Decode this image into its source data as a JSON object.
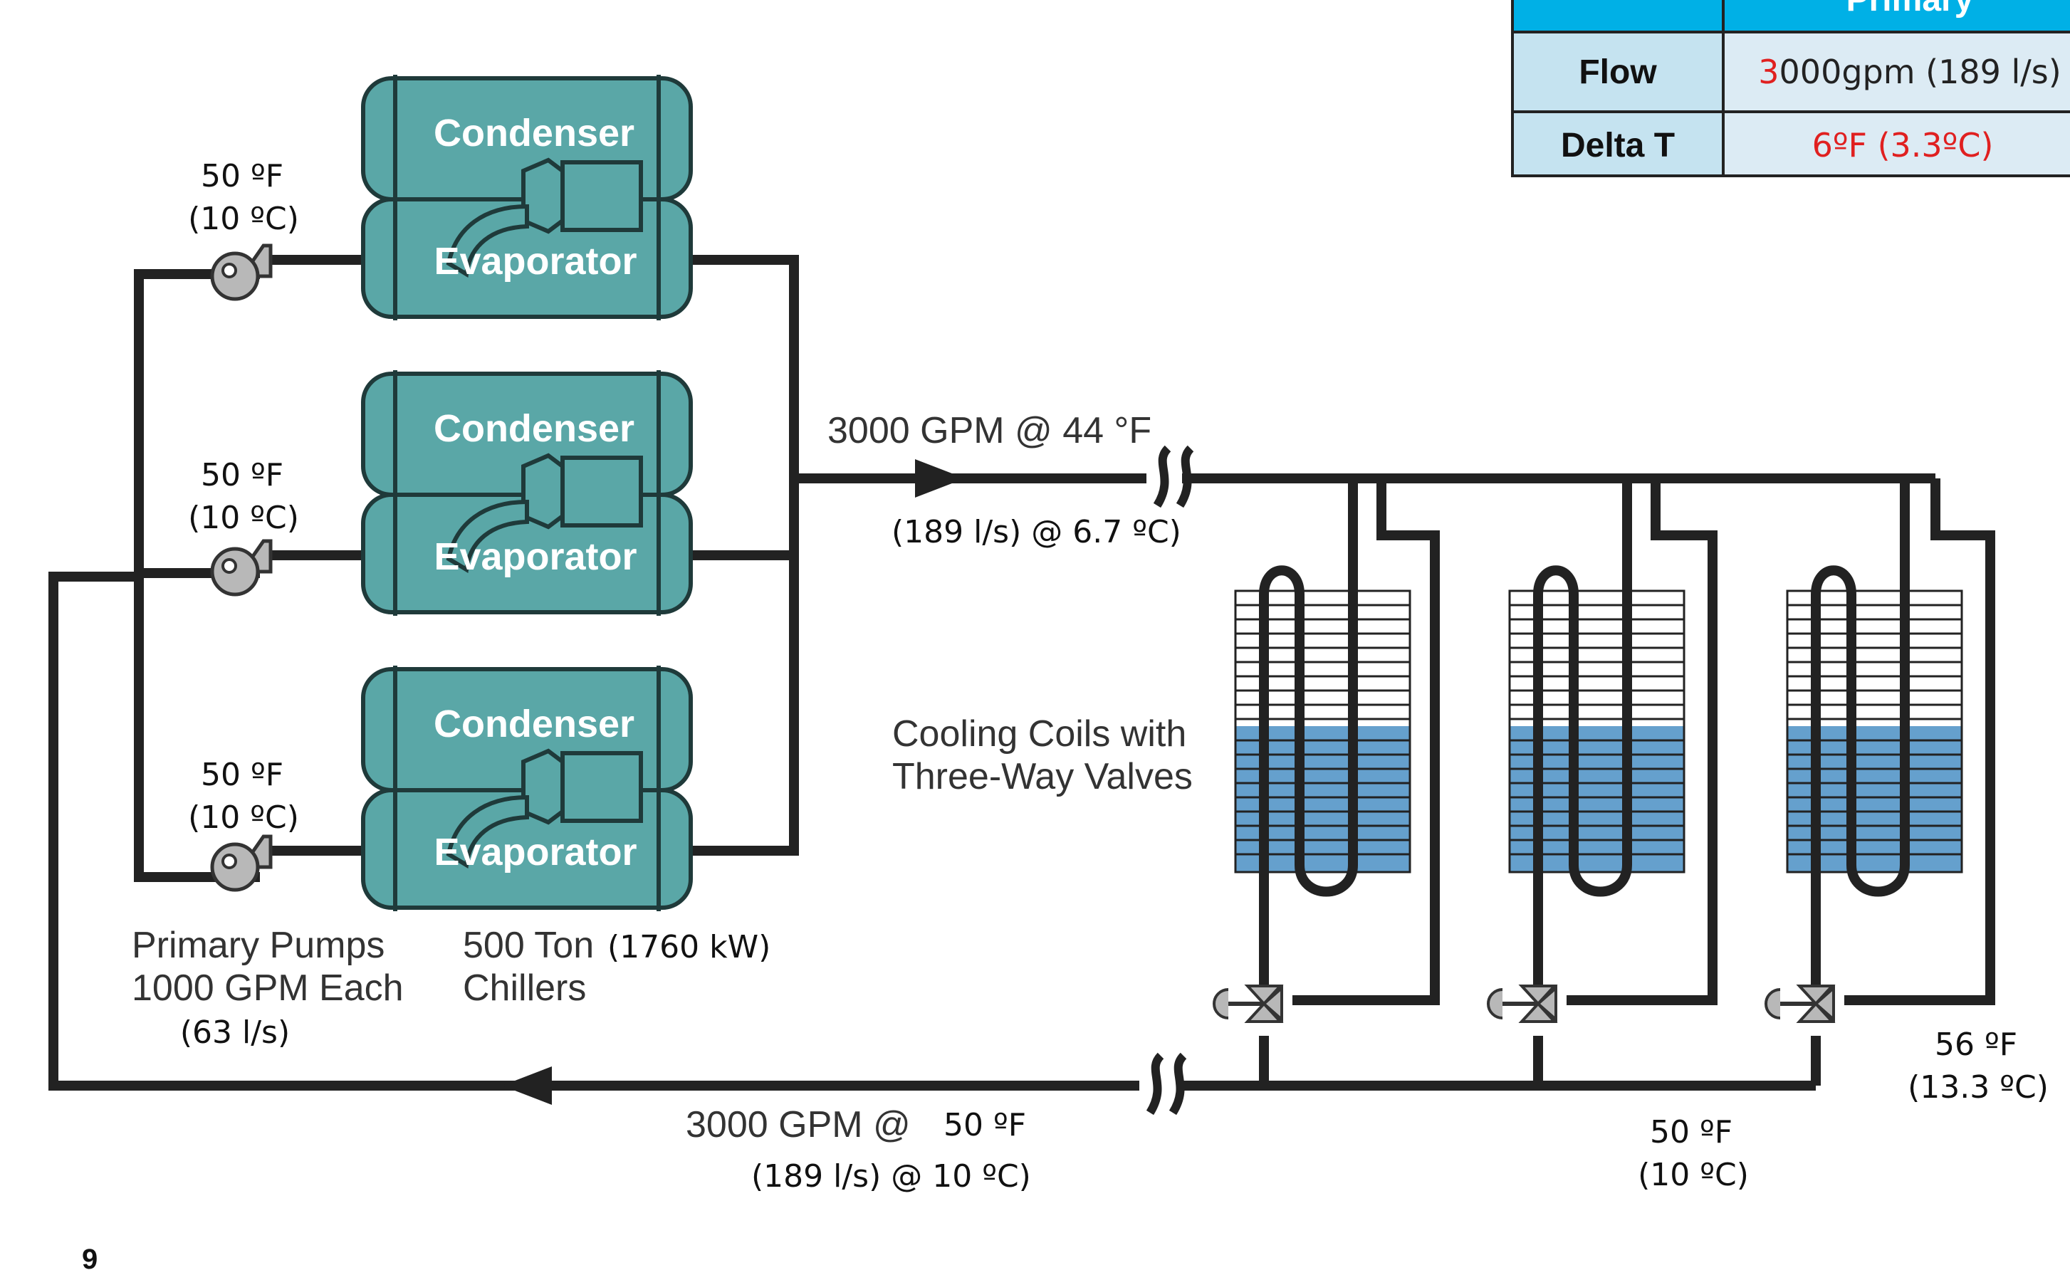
{
  "colors": {
    "chiller_fill": "#5aa7a7",
    "chiller_stroke": "#1f3a3a",
    "pipe": "#222222",
    "table_header": "#00b0e6",
    "table_label_bg": "#c5e3f0",
    "table_value_bg": "#dcebf4",
    "highlight_red": "#e02020",
    "coil_water": "#4a8fc4"
  },
  "table": {
    "header": "Primary",
    "rows": [
      {
        "label": "Flow",
        "value_highlight": "3",
        "value_rest": "000gpm (189 l/s)"
      },
      {
        "label": "Delta T",
        "value_red": "6ºF (3.3ºC)"
      }
    ]
  },
  "chillers": [
    {
      "condenser": "Condenser",
      "evaporator": "Evaporator"
    },
    {
      "condenser": "Condenser",
      "evaporator": "Evaporator"
    },
    {
      "condenser": "Condenser",
      "evaporator": "Evaporator"
    }
  ],
  "pump_temps": [
    {
      "f": "50 ºF",
      "c": "(10 ºC)"
    },
    {
      "f": "50 ºF",
      "c": "(10 ºC)"
    },
    {
      "f": "50 ºF",
      "c": "(10 ºC)"
    }
  ],
  "supply": {
    "gpm": "3000 GPM @ 44 °F",
    "si": "(189 l/s) @ 6.7 ºC)"
  },
  "return": {
    "gpm": "3000 GPM @",
    "gpm_temp": "50 ºF",
    "si": "(189 l/s) @ 10 ºC)"
  },
  "pumps_label": {
    "line1": "Primary Pumps",
    "line2": "1000 GPM Each",
    "line3": "(63 l/s)"
  },
  "chillers_label": {
    "line1": "500 Ton",
    "line1_si": "(1760 kW)",
    "line2": "Chillers"
  },
  "coils_label": {
    "line1": "Cooling Coils with",
    "line2": "Three-Way Valves"
  },
  "coil_return_temp": {
    "f": "56 ºF",
    "c": "(13.3 ºC)"
  },
  "bypass_temp": {
    "f": "50 ºF",
    "c": "(10 ºC)"
  },
  "page_number": "9"
}
